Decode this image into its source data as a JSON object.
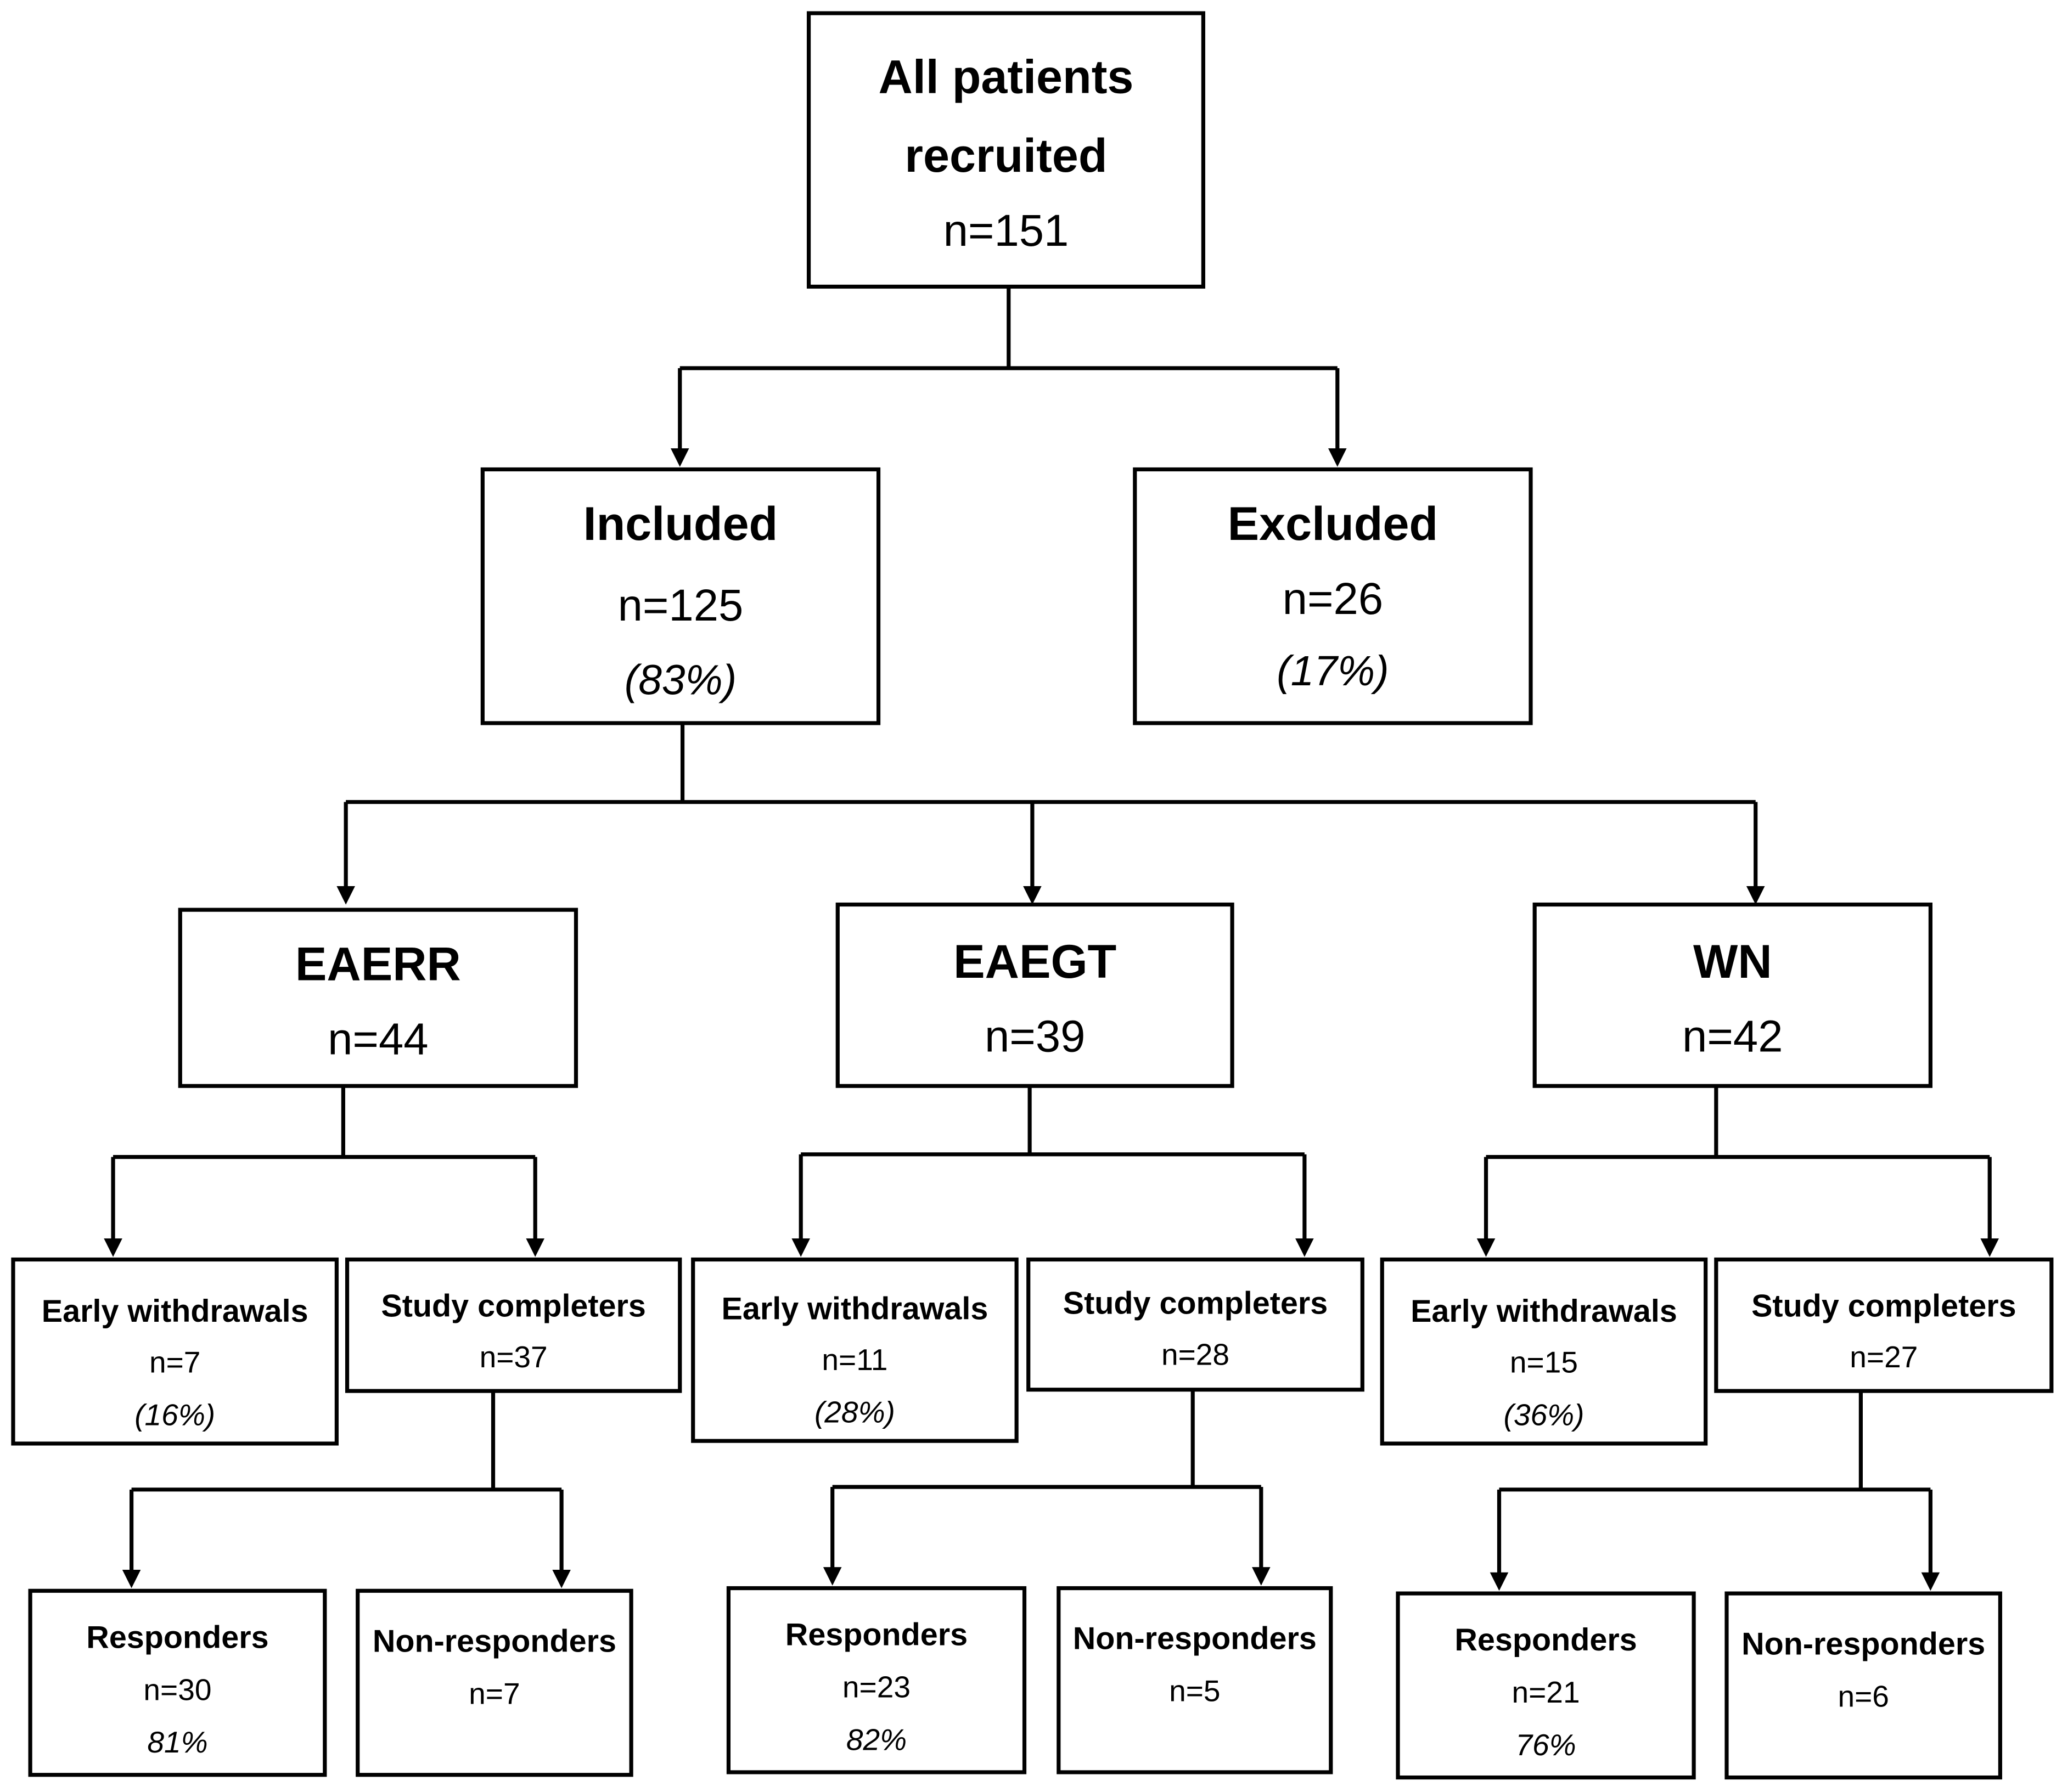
{
  "nodes": {
    "all": {
      "title": [
        "All patients",
        "recruited"
      ],
      "n": "n=151"
    },
    "included": {
      "title": [
        "Included"
      ],
      "n": "n=125",
      "pct": "(83%)"
    },
    "excluded": {
      "title": [
        "Excluded"
      ],
      "n": "n=26",
      "pct": "(17%)"
    },
    "eaerr": {
      "title": [
        "EAERR"
      ],
      "n": "n=44"
    },
    "eaegt": {
      "title": [
        "EAEGT"
      ],
      "n": "n=39"
    },
    "wn": {
      "title": [
        "WN"
      ],
      "n": "n=42"
    },
    "eaerr_withdrawals": {
      "title": [
        "Early withdrawals"
      ],
      "n": "n=7",
      "pct": "(16%)"
    },
    "eaerr_completers": {
      "title": [
        "Study completers"
      ],
      "n": "n=37"
    },
    "eaerr_responders": {
      "title": [
        "Responders"
      ],
      "n": "n=30",
      "pct": "81%"
    },
    "eaerr_nonresponders": {
      "title": [
        "Non-responders"
      ],
      "n": "n=7"
    },
    "eaegt_withdrawals": {
      "title": [
        "Early withdrawals"
      ],
      "n": "n=11",
      "pct": "(28%)"
    },
    "eaegt_completers": {
      "title": [
        "Study completers"
      ],
      "n": "n=28"
    },
    "eaegt_responders": {
      "title": [
        "Responders"
      ],
      "n": "n=23",
      "pct": "82%"
    },
    "eaegt_nonresponders": {
      "title": [
        "Non-responders"
      ],
      "n": "n=5"
    },
    "wn_withdrawals": {
      "title": [
        "Early withdrawals"
      ],
      "n": "n=15",
      "pct": "(36%)"
    },
    "wn_completers": {
      "title": [
        "Study completers"
      ],
      "n": "n=27"
    },
    "wn_responders": {
      "title": [
        "Responders"
      ],
      "n": "n=21",
      "pct": "76%"
    },
    "wn_nonresponders": {
      "title": [
        "Non-responders"
      ],
      "n": "n=6"
    }
  }
}
